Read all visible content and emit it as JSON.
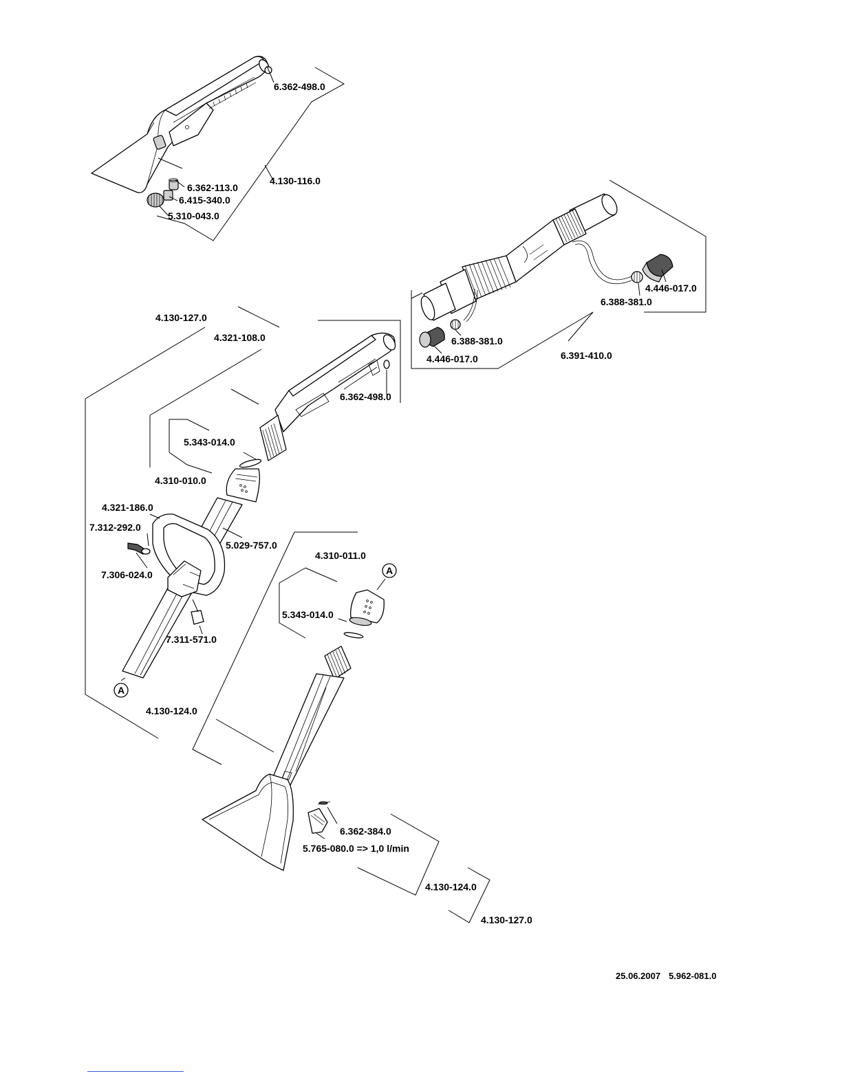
{
  "labels": {
    "top_oring": "6.362-498.0",
    "top_valve_seal": "6.362-113.0",
    "top_nozzle": "6.415-340.0",
    "top_knob": "5.310-043.0",
    "top_assembly": "4.130-116.0",
    "hose_coupling_right": "4.446-017.0",
    "hose_nut_right": "6.388-381.0",
    "hose_nut_left": "6.388-381.0",
    "hose_coupling_left": "4.446-017.0",
    "hose_assembly": "6.391-410.0",
    "main_assembly": "4.130-127.0",
    "handle": "4.321-108.0",
    "handle_oring": "6.362-498.0",
    "upper_seal": "5.343-014.0",
    "upper_lock": "4.310-010.0",
    "grip": "4.321-186.0",
    "grip_washer": "7.312-292.0",
    "grip_screw": "7.306-024.0",
    "tube": "5.029-757.0",
    "grip_nut": "7.311-571.0",
    "lower_lock": "4.310-011.0",
    "lower_seal": "5.343-014.0",
    "marker_a_top": "A",
    "marker_a_bottom": "A",
    "nozzle_assembly_left": "4.130-124.0",
    "nozzle_oring": "6.362-384.0",
    "jet": "5.765-080.0 => 1,0 l/min",
    "nozzle_assembly_right": "4.130-124.0",
    "main_assembly_right": "4.130-127.0"
  },
  "footer": {
    "date": "25.06.2007",
    "doc_number": "5.962-081.0"
  }
}
